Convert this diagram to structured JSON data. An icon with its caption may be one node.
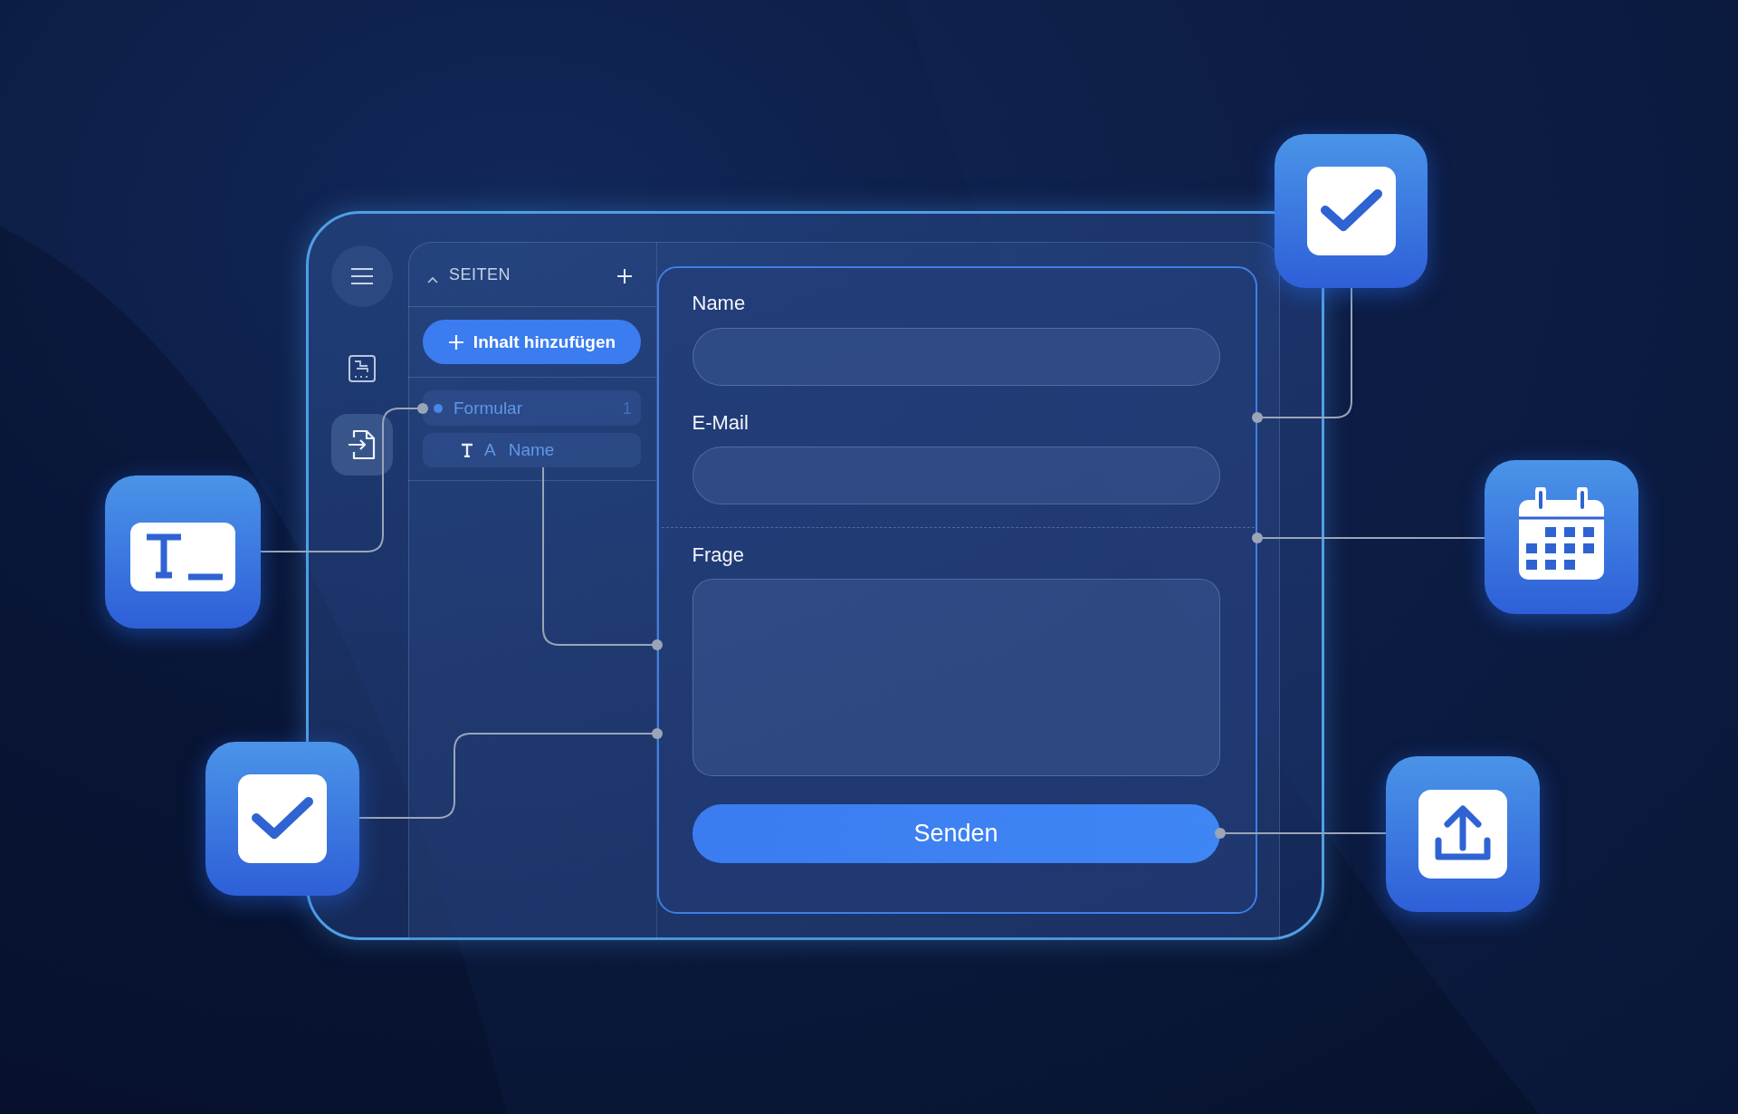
{
  "diagram": {
    "nodes": [
      {
        "text": [],
        "shape": "box"
      },
      {
        "text": [
          "Formular",
          "1"
        ],
        "in": 0
      },
      {
        "text": [
          "A",
          "Name"
        ],
        "in": 0
      },
      {
        "text": [],
        "shape": "box",
        "in": 0
      },
      {
        "text": [
          "Senden"
        ],
        "in": 3
      },
      {
        "text": [],
        "shape": "picture"
      },
      {
        "text": [],
        "shape": "picture"
      },
      {
        "text": [],
        "shape": "picture"
      },
      {
        "text": [],
        "shape": "picture"
      },
      {
        "text": [],
        "shape": "picture"
      }
    ],
    "edges": [
      {
        "from": 5,
        "to": 1,
        "arrow": "other"
      },
      {
        "from": 2,
        "to": 3,
        "arrow": "other"
      },
      {
        "from": 6,
        "to": 3,
        "arrow": "other"
      },
      {
        "from": 7,
        "to": 3,
        "arrow": "other"
      },
      {
        "from": 8,
        "to": 3,
        "arrow": "other"
      },
      {
        "from": 9,
        "to": 4,
        "arrow": "other"
      }
    ],
    "labels": [
      "SEITEN",
      "Inhalt hinzufügen",
      "Name",
      "E-Mail",
      "Frage"
    ]
  }
}
